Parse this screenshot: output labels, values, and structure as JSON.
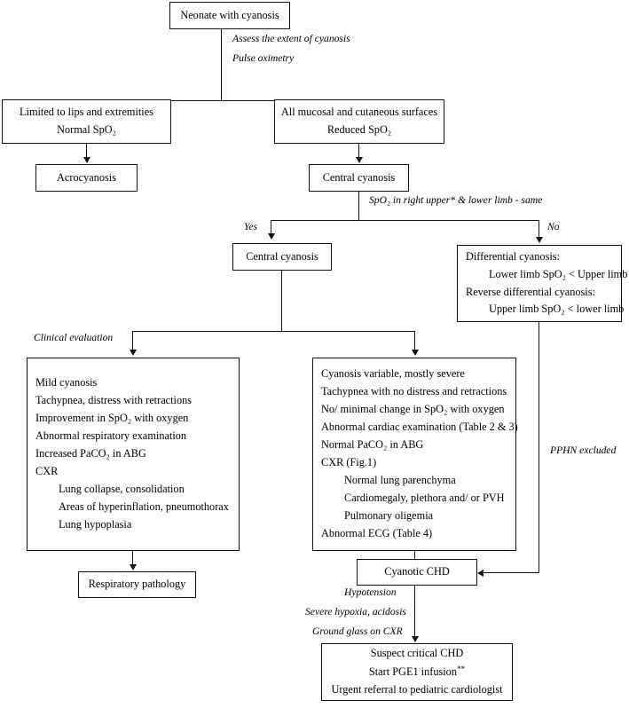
{
  "diagram": {
    "title": "Neonate with cyanosis evaluation algorithm",
    "nodes": {
      "root": {
        "label": "Neonate with cyanosis"
      },
      "acro_branch": {
        "line1": "Limited to lips and extremities",
        "line2": "Normal SpO₂"
      },
      "central_branch": {
        "line1": "All mucosal and cutaneous surfaces",
        "line2": "Reduced SpO₂"
      },
      "acrocyanosis": {
        "label": "Acrocyanosis"
      },
      "central_cyanosis_1": {
        "label": "Central cyanosis"
      },
      "central_cyanosis_2": {
        "label": "Central cyanosis"
      },
      "differential": {
        "line1": "Differential cyanosis:",
        "line2": "Lower limb SpO₂ < Upper limb",
        "line3": "Reverse differential cyanosis:",
        "line4": "Upper limb SpO₂ < lower limb"
      },
      "respiratory_findings": {
        "lines": [
          "Mild cyanosis",
          "Tachypnea, distress with retractions",
          "Improvement in SpO₂ with oxygen",
          "Abnormal respiratory examination",
          "Increased PaCO₂ in ABG",
          "CXR"
        ],
        "indented": [
          "Lung collapse, consolidation",
          "Areas of hyperinflation, pneumothorax",
          "Lung hypoplasia"
        ]
      },
      "cardiac_findings": {
        "lines_top": [
          "Cyanosis variable, mostly severe",
          "Tachypnea with no distress and retractions",
          "No/ minimal change in SpO₂ with oxygen",
          "Abnormal cardiac examination (Table 2 & 3)",
          "Normal PaCO₂ in ABG",
          "CXR (Fig.1)"
        ],
        "indented": [
          "Normal lung parenchyma",
          "Cardiomegaly, plethora and/ or PVH",
          "Pulmonary oligemia"
        ],
        "lines_bottom": [
          "Abnormal ECG  (Table 4)"
        ]
      },
      "respiratory_pathology": {
        "label": "Respiratory pathology"
      },
      "cyanotic_chd": {
        "label": "Cyanotic CHD"
      },
      "critical_chd": {
        "line1": "Suspect critical CHD",
        "line2": "Start PGE1  infusion",
        "line2_sup": "**",
        "line3": "Urgent referral to pediatric cardiologist"
      }
    },
    "annotations": {
      "assess": "Assess the extent of cyanosis",
      "pulse_oximetry": "Pulse oximetry",
      "spo2_compare": "SpO₂ in right upper* & lower limb - same",
      "yes": "Yes",
      "no": "No",
      "clinical_evaluation": "Clinical evaluation",
      "pphn_excluded": "PPHN excluded",
      "hypotension": "Hypotension",
      "severe_hypoxia": "Severe hypoxia, acidosis",
      "ground_glass": "Ground glass on CXR"
    },
    "colors": {
      "stroke": "#111111",
      "background": "#ffffff",
      "text": "#000000"
    }
  }
}
